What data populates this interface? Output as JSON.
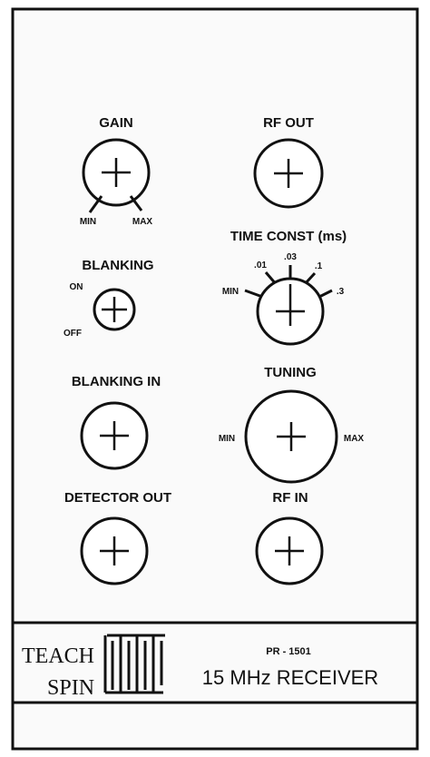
{
  "panel": {
    "controls": {
      "gain": {
        "label": "GAIN",
        "min_label": "MIN",
        "max_label": "MAX"
      },
      "rf_out": {
        "label": "RF OUT"
      },
      "time_const": {
        "label": "TIME CONST (ms)",
        "min_label": "MIN",
        "positions": [
          ".01",
          ".03",
          ".1",
          ".3"
        ]
      },
      "blanking": {
        "label": "BLANKING",
        "on_label": "ON",
        "off_label": "OFF"
      },
      "blanking_in": {
        "label": "BLANKING IN"
      },
      "tuning": {
        "label": "TUNING",
        "min_label": "MIN",
        "max_label": "MAX"
      },
      "detector_out": {
        "label": "DETECTOR OUT"
      },
      "rf_in": {
        "label": "RF IN"
      }
    },
    "nameplate": {
      "brand_line1": "TEACH",
      "brand_line2": "SPIN",
      "model": "PR - 1501",
      "product": "15 MHz RECEIVER"
    }
  }
}
